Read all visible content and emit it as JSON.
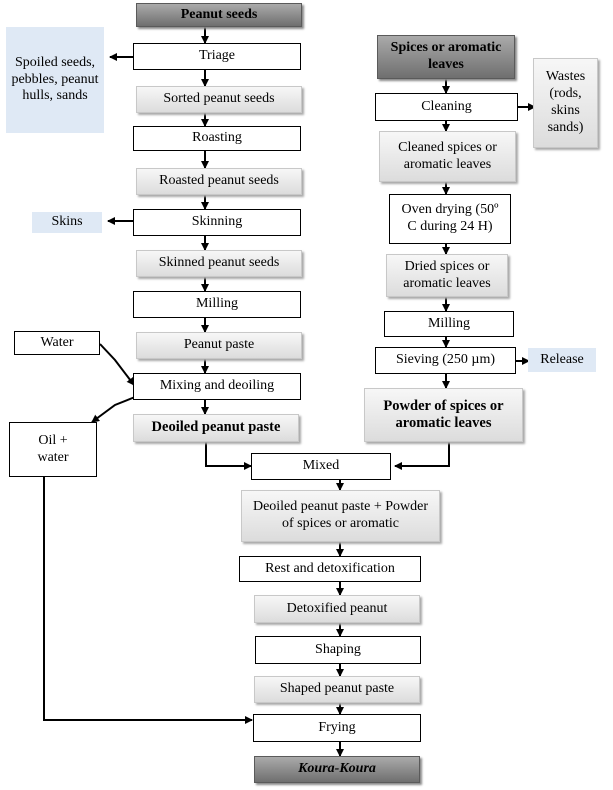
{
  "left_column": {
    "peanut_seeds": "Peanut seeds",
    "triage": "Triage",
    "sorted": "Sorted peanut seeds",
    "roasting": "Roasting",
    "roasted": "Roasted peanut seeds",
    "skinning": "Skinning",
    "skinned": "Skinned peanut seeds",
    "milling": "Milling",
    "paste": "Peanut paste",
    "mixing": "Mixing and deoiling",
    "deoiled": "Deoiled peanut paste"
  },
  "left_side": {
    "spoiled": "Spoiled seeds, pebbles, peanut hulls, sands",
    "skins": "Skins",
    "water": "Water",
    "oil_water": "Oil + water"
  },
  "right_column": {
    "spices": "Spices or aromatic leaves",
    "cleaning": "Cleaning",
    "cleaned": "Cleaned spices or aromatic leaves",
    "oven": "Oven drying (50º C during 24 H)",
    "dried": "Dried spices or aromatic leaves",
    "milling": "Milling",
    "sieving": "Sieving (250 µm)",
    "powder": "Powder of spices or aromatic leaves"
  },
  "right_side": {
    "wastes": "Wastes (rods, skins sands)",
    "release": "Release"
  },
  "bottom": {
    "mixed": "Mixed",
    "combined": "Deoiled peanut paste + Powder of spices or aromatic",
    "rest": "Rest and detoxification",
    "detoxified": "Detoxified peanut",
    "shaping": "Shaping",
    "shaped": "Shaped peanut paste",
    "frying": "Frying",
    "final": "Koura-Koura"
  }
}
